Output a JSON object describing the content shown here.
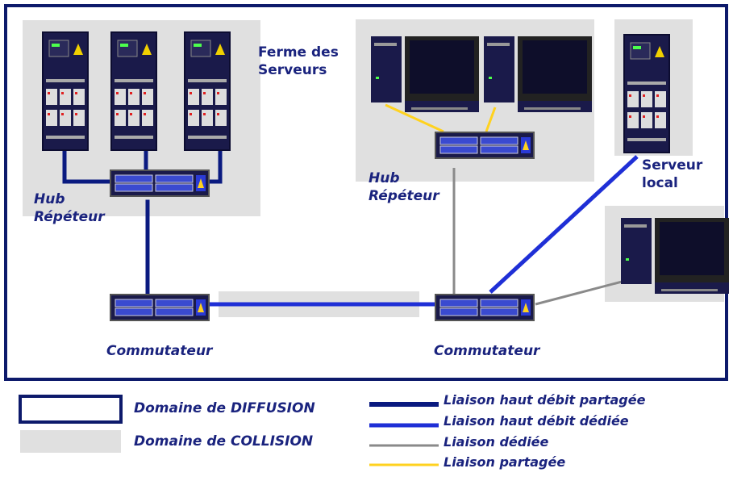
{
  "labels": {
    "server_farm_line1": "Ferme des",
    "server_farm_line2": "Serveurs",
    "hub_left_line1": "Hub",
    "hub_left_line2": "Répéteur",
    "hub_right_line1": "Hub",
    "hub_right_line2": "Répéteur",
    "local_server_line1": "Serveur",
    "local_server_line2": "local",
    "switch_left": "Commutateur",
    "switch_right": "Commutateur"
  },
  "legend": {
    "broadcast_domain": "Domaine de DIFFUSION",
    "collision_domain": "Domaine de COLLISION",
    "high_speed_shared": "Liaison haut débit partagée",
    "high_speed_dedicated": "Liaison haut débit dédiée",
    "dedicated": "Liaison dédiée",
    "shared": "Liaison partagée"
  },
  "colors": {
    "broadcast_border": "#0d1a6b",
    "collision_fill": "#e0e0e0",
    "high_speed_shared": "#0a1a80",
    "high_speed_dedicated": "#1f2fd6",
    "dedicated": "#8a8a8a",
    "shared": "#ffd21f",
    "device_dark": "#1a1a4a"
  }
}
